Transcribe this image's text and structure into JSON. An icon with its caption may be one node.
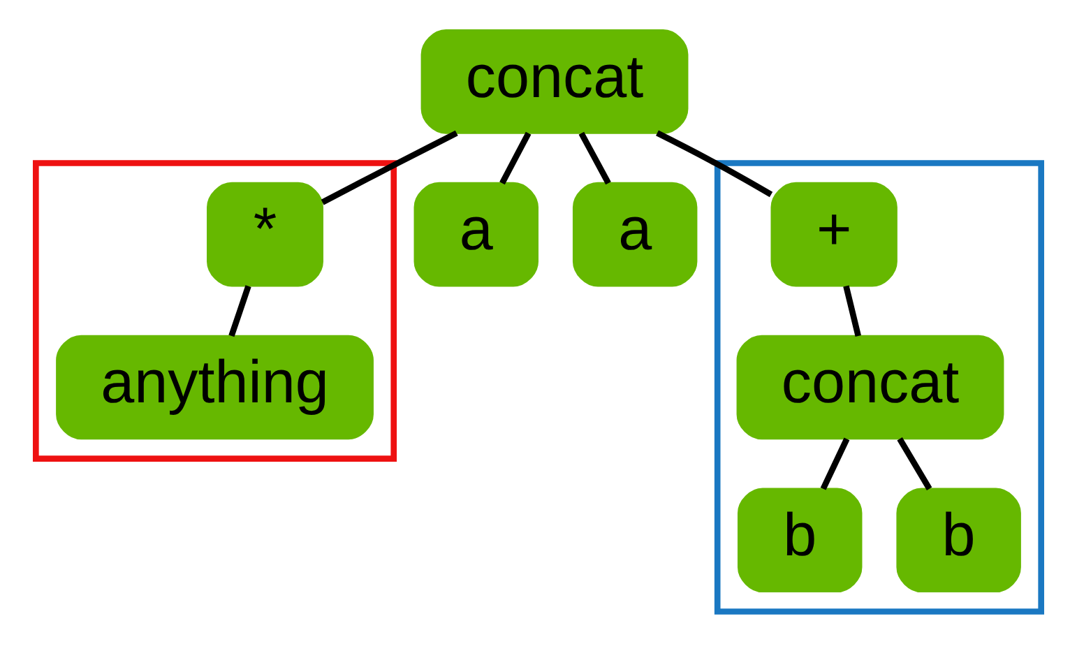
{
  "diagram": {
    "nodes": [
      {
        "text": [
          "concat"
        ]
      },
      {
        "text": [],
        "shape": "box"
      },
      {
        "text": [
          "*"
        ],
        "in": 1
      },
      {
        "text": [
          "anything"
        ],
        "in": 1
      },
      {
        "text": [
          "a"
        ]
      },
      {
        "text": [],
        "shape": "box"
      },
      {
        "text": [
          "+"
        ],
        "in": 5
      },
      {
        "text": [
          "concat"
        ],
        "in": 5
      },
      {
        "text": [
          "b"
        ],
        "in": 5
      },
      {
        "text": [
          "b"
        ],
        "in": 5
      },
      {
        "text": [
          "a"
        ]
      }
    ],
    "edges": [
      {
        "from": 0,
        "to": 2,
        "arrow": "none"
      },
      {
        "from": 0,
        "to": 4,
        "arrow": "none"
      },
      {
        "from": 0,
        "to": 6,
        "arrow": "none"
      },
      {
        "from": 0,
        "to": 10,
        "arrow": "none"
      },
      {
        "from": 2,
        "to": 3,
        "arrow": "none"
      },
      {
        "from": 6,
        "to": 7,
        "arrow": "none"
      },
      {
        "from": 7,
        "to": 8,
        "arrow": "none"
      },
      {
        "from": 7,
        "to": 9,
        "arrow": "none"
      }
    ]
  }
}
